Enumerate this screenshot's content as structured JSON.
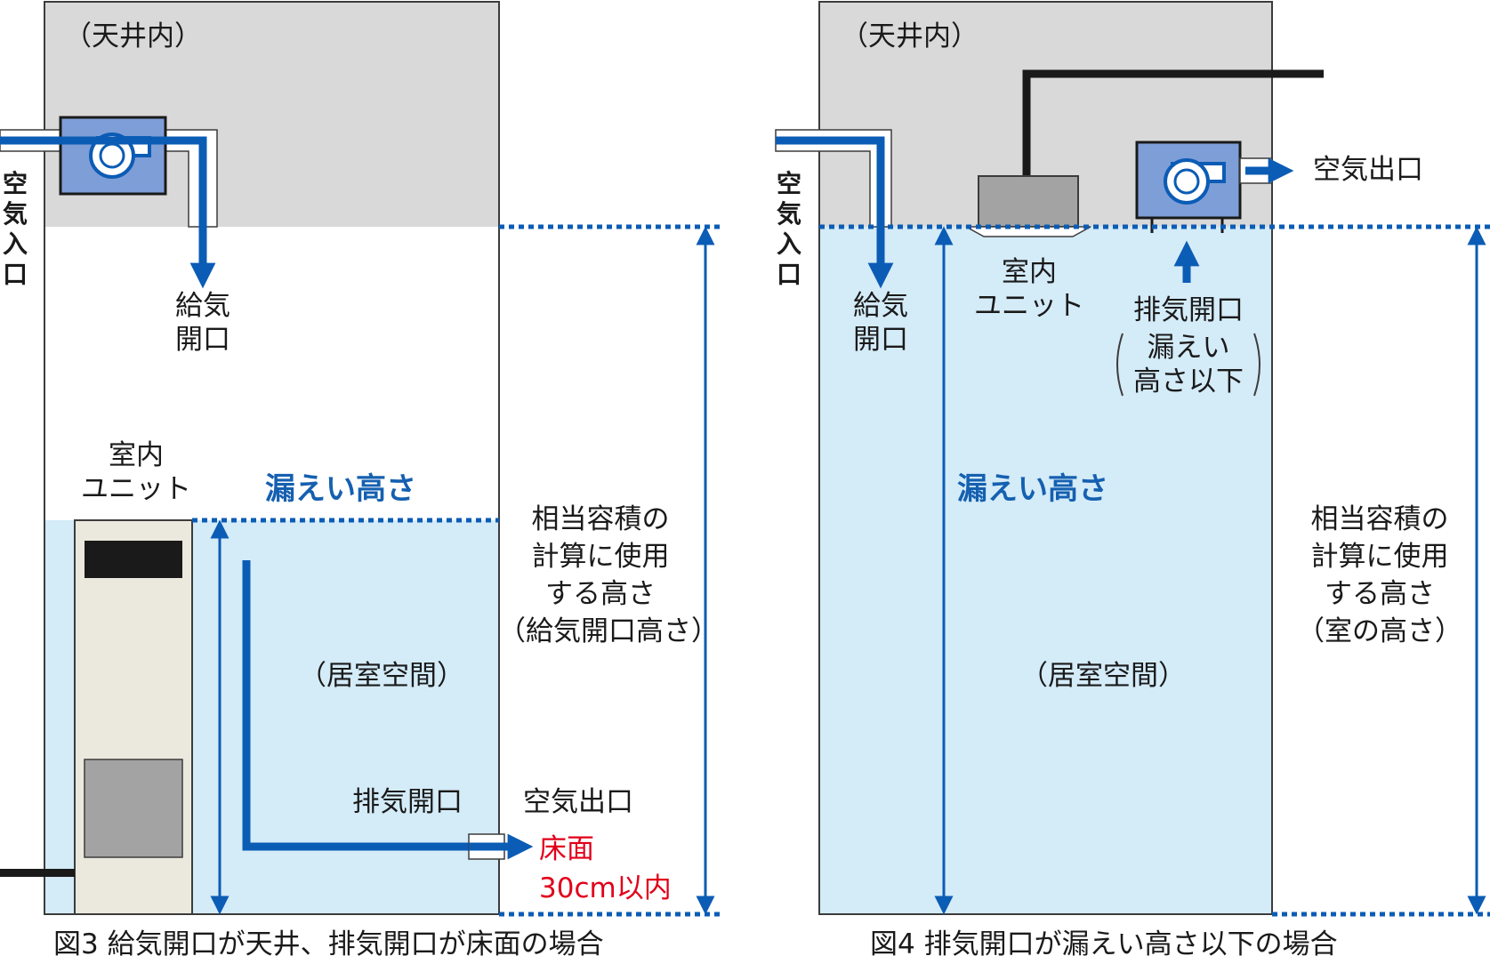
{
  "colors": {
    "ceiling": "#d9d9d9",
    "room": "#d4ebf8",
    "outline": "#3c3c3c",
    "airflow": "#0b5cb5",
    "fan_box": "#7e9ed8",
    "unit_body": "#ebe8dd",
    "unit_dark": "#1a1a1a",
    "unit_gray": "#a3a3a3",
    "pipe": "#1a1a1a",
    "red_text": "#e2001a"
  },
  "fig3": {
    "ceiling_label": "（天井内）",
    "air_inlet": "空気入口",
    "supply_opening": "給気\n開口",
    "indoor_unit": "室内\nユニット",
    "leak_height": "漏えい高さ",
    "calc_height": "相当容積の\n計算に使用\nする高さ\n（給気開口高さ）",
    "room_space": "（居室空間）",
    "exhaust_opening": "排気開口",
    "air_outlet": "空気出口",
    "floor_note": "床面\n30cm以内",
    "caption": "図3 給気開口が天井、排気開口が床面の場合"
  },
  "fig4": {
    "ceiling_label": "（天井内）",
    "air_inlet": "空気入口",
    "air_outlet": "空気出口",
    "supply_opening": "給気\n開口",
    "indoor_unit": "室内\nユニット",
    "exhaust_opening": "排気開口",
    "exhaust_note": "漏えい\n高さ以下",
    "leak_height": "漏えい高さ",
    "calc_height": "相当容積の\n計算に使用\nする高さ\n（室の高さ）",
    "room_space": "（居室空間）",
    "caption": "図4 排気開口が漏えい高さ以下の場合"
  }
}
